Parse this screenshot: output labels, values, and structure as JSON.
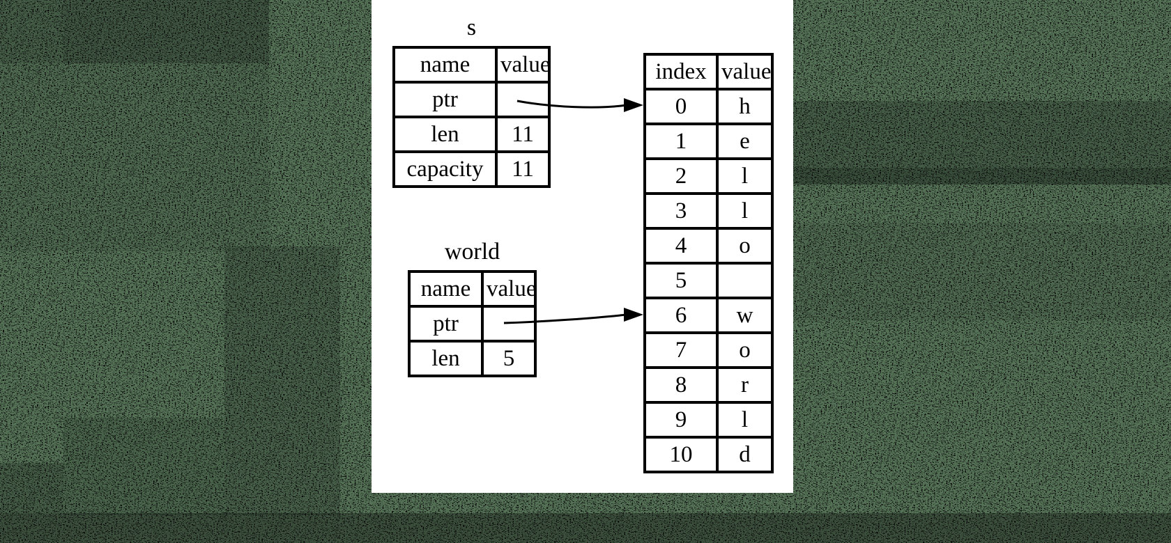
{
  "colors": {
    "background_green": "#557257",
    "speckle_black": "#000000",
    "panel_white": "#ffffff",
    "line_black": "#000000"
  },
  "diagram": {
    "stack_s": {
      "title": "s",
      "columns": [
        "name",
        "value"
      ],
      "rows": [
        [
          "ptr",
          ""
        ],
        [
          "len",
          "11"
        ],
        [
          "capacity",
          "11"
        ]
      ]
    },
    "stack_world": {
      "title": "world",
      "columns": [
        "name",
        "value"
      ],
      "rows": [
        [
          "ptr",
          ""
        ],
        [
          "len",
          "5"
        ]
      ]
    },
    "heap": {
      "columns": [
        "index",
        "value"
      ],
      "rows": [
        [
          "0",
          "h"
        ],
        [
          "1",
          "e"
        ],
        [
          "2",
          "l"
        ],
        [
          "3",
          "l"
        ],
        [
          "4",
          "o"
        ],
        [
          "5",
          ""
        ],
        [
          "6",
          "w"
        ],
        [
          "7",
          "o"
        ],
        [
          "8",
          "r"
        ],
        [
          "9",
          "l"
        ],
        [
          "10",
          "d"
        ]
      ]
    },
    "arrows": [
      {
        "name": "s-ptr-arrow",
        "from": "s.ptr",
        "to": "heap index 0"
      },
      {
        "name": "world-ptr-arrow",
        "from": "world.ptr",
        "to": "heap index 6"
      }
    ]
  }
}
